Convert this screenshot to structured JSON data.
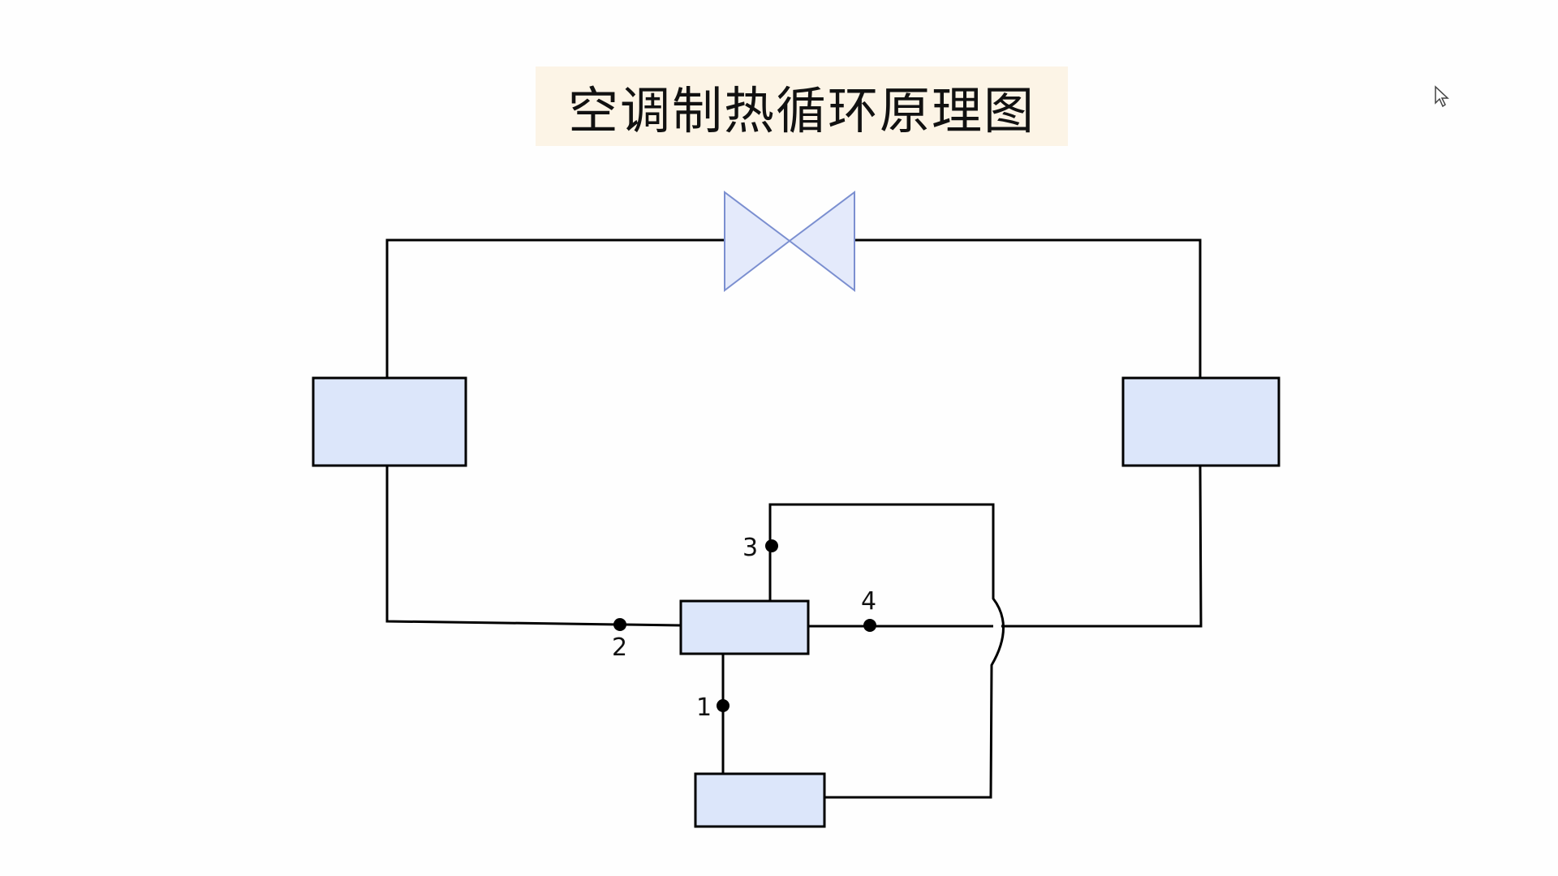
{
  "title": "空调制热循环原理图",
  "colors": {
    "title_background": "#fcf4e6",
    "component_fill": "#dce6fa",
    "valve_fill": "#e4eafb",
    "valve_stroke": "#7b8fd0",
    "line": "#000000"
  },
  "ports": [
    {
      "id": "1",
      "label": "1"
    },
    {
      "id": "2",
      "label": "2"
    },
    {
      "id": "3",
      "label": "3"
    },
    {
      "id": "4",
      "label": "4"
    }
  ]
}
